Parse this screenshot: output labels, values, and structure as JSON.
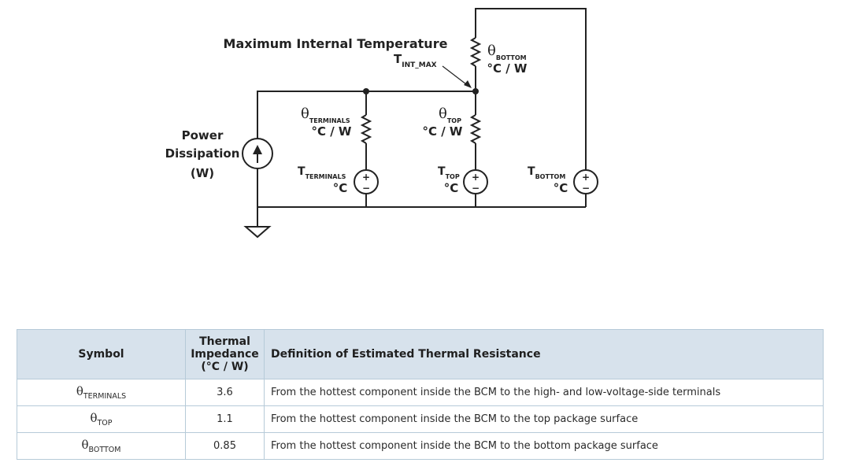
{
  "diagram": {
    "title": "Maximum Internal Temperature",
    "tint_max": {
      "main": "T",
      "sub": "INT_MAX"
    },
    "source_label": [
      "Power",
      "Dissipation",
      "(W)"
    ],
    "theta_terminals": {
      "symbol": "θ",
      "sub": "TERMINALS",
      "unit": "°C / W"
    },
    "theta_top": {
      "symbol": "θ",
      "sub": "TOP",
      "unit": "°C / W"
    },
    "theta_bottom": {
      "symbol": "θ",
      "sub": "BOTTOM",
      "unit": "°C / W"
    },
    "t_terminals": {
      "main": "T",
      "sub": "TERMINALS",
      "unit": "°C"
    },
    "t_top": {
      "main": "T",
      "sub": "TOP",
      "unit": "°C"
    },
    "t_bottom": {
      "main": "T",
      "sub": "BOTTOM",
      "unit": "°C"
    },
    "plus": "+",
    "minus": "−"
  },
  "table": {
    "headers": {
      "symbol": "Symbol",
      "impedance": [
        "Thermal",
        "Impedance",
        "(°C / W)"
      ],
      "definition": "Definition of Estimated Thermal Resistance"
    },
    "rows": [
      {
        "symbol": "θ",
        "sub": "TERMINALS",
        "impedance": "3.6",
        "definition": "From the hottest component inside the BCM to the high- and low-voltage-side terminals"
      },
      {
        "symbol": "θ",
        "sub": "TOP",
        "impedance": "1.1",
        "definition": "From the hottest component inside the BCM to the top package surface"
      },
      {
        "symbol": "θ",
        "sub": "BOTTOM",
        "impedance": "0.85",
        "definition": "From the hottest component inside the BCM to the bottom package surface"
      }
    ]
  },
  "colors": {
    "header_bg": "#d7e2ec",
    "border": "#b6cad8",
    "wire": "#222222"
  }
}
